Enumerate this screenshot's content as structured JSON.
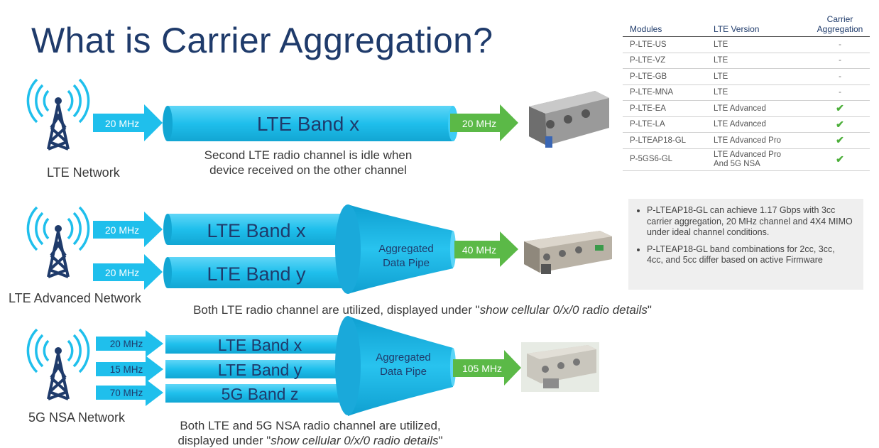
{
  "title": "What is Carrier Aggregation?",
  "colors": {
    "cyan": "#1fbfec",
    "green": "#5bb947",
    "navy": "#1f3b6b",
    "tower": "#1f3b6b",
    "wave": "#1fbfec"
  },
  "section1": {
    "network_label": "LTE Network",
    "input_label": "20 MHz",
    "band_label": "LTE Band x",
    "output_label": "20 MHz",
    "caption_line1": "Second LTE radio channel is idle when",
    "caption_line2": "device received on the other channel"
  },
  "section2": {
    "network_label": "LTE Advanced Network",
    "inputs": [
      {
        "label": "20 MHz",
        "band": "LTE Band x"
      },
      {
        "label": "20 MHz",
        "band": "LTE Band y"
      }
    ],
    "pipe_line1": "Aggregated",
    "pipe_line2": "Data Pipe",
    "output_label": "40 MHz",
    "caption_plain": "Both LTE radio channel are utilized, displayed under \"",
    "caption_italic": "show cellular 0/x/0 radio details",
    "caption_end": "\""
  },
  "section3": {
    "network_label": "5G NSA Network",
    "inputs": [
      {
        "label": "20 MHz",
        "band": "LTE Band x"
      },
      {
        "label": "15 MHz",
        "band": "LTE Band y"
      },
      {
        "label": "70 MHz",
        "band": "5G Band z"
      }
    ],
    "pipe_line1": "Aggregated",
    "pipe_line2": "Data Pipe",
    "output_label": "105 MHz",
    "caption_line1": "Both LTE and 5G NSA  radio channel are utilized,",
    "caption_line2_plain": "displayed under \"",
    "caption_italic": "show cellular 0/x/0 radio details",
    "caption_end": "\""
  },
  "table": {
    "headers": {
      "modules": "Modules",
      "lte_version": "LTE Version",
      "carrier_l1": "Carrier",
      "carrier_l2": "Aggregation"
    },
    "rows": [
      {
        "module": "P-LTE-US",
        "version": "LTE",
        "ca": "-"
      },
      {
        "module": "P-LTE-VZ",
        "version": "LTE",
        "ca": "-"
      },
      {
        "module": "P-LTE-GB",
        "version": "LTE",
        "ca": "-"
      },
      {
        "module": "P-LTE-MNA",
        "version": "LTE",
        "ca": "-"
      },
      {
        "module": "P-LTE-EA",
        "version": "LTE Advanced",
        "ca": "✔"
      },
      {
        "module": "P-LTE-LA",
        "version": "LTE Advanced",
        "ca": "✔"
      },
      {
        "module": "P-LTEAP18-GL",
        "version": "LTE Advanced Pro",
        "ca": "✔"
      },
      {
        "module": "P-5GS6-GL",
        "version": "LTE Advanced Pro",
        "version2": "And 5G NSA",
        "ca": "✔"
      }
    ]
  },
  "notes": [
    "P-LTEAP18-GL can achieve 1.17 Gbps with 3cc carrier aggregation, 20 MHz channel and 4X4 MIMO under ideal channel conditions.",
    "P-LTEAP18-GL band combinations for 2cc, 3cc, 4cc, and 5cc differ based on active Firmware"
  ]
}
